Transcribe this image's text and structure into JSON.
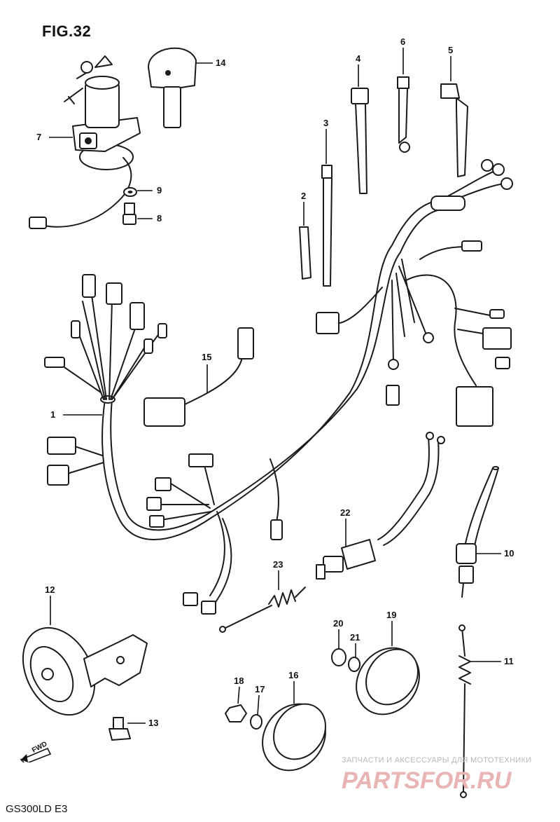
{
  "figure": {
    "title": "FIG.32",
    "model": "GS300LD  E3"
  },
  "callouts": [
    {
      "id": "1",
      "label": "1"
    },
    {
      "id": "2",
      "label": "2"
    },
    {
      "id": "3",
      "label": "3"
    },
    {
      "id": "4",
      "label": "4"
    },
    {
      "id": "5",
      "label": "5"
    },
    {
      "id": "6",
      "label": "6"
    },
    {
      "id": "7",
      "label": "7"
    },
    {
      "id": "8",
      "label": "8"
    },
    {
      "id": "9",
      "label": "9"
    },
    {
      "id": "10",
      "label": "10"
    },
    {
      "id": "11",
      "label": "11"
    },
    {
      "id": "12",
      "label": "12"
    },
    {
      "id": "13",
      "label": "13"
    },
    {
      "id": "14",
      "label": "14"
    },
    {
      "id": "15",
      "label": "15"
    },
    {
      "id": "16",
      "label": "16"
    },
    {
      "id": "17",
      "label": "17"
    },
    {
      "id": "18",
      "label": "18"
    },
    {
      "id": "19",
      "label": "19"
    },
    {
      "id": "20",
      "label": "20"
    },
    {
      "id": "21",
      "label": "21"
    },
    {
      "id": "22",
      "label": "22"
    },
    {
      "id": "23",
      "label": "23"
    }
  ],
  "direction_marker": {
    "text": "FWD"
  },
  "watermark": {
    "tagline": "ЗАПЧАСТИ И АКСЕССУАРЫ ДЛЯ МОТОТЕХНИКИ",
    "logo_text": "PARTSFOR.RU",
    "logo_color": "#e8b4b4"
  }
}
